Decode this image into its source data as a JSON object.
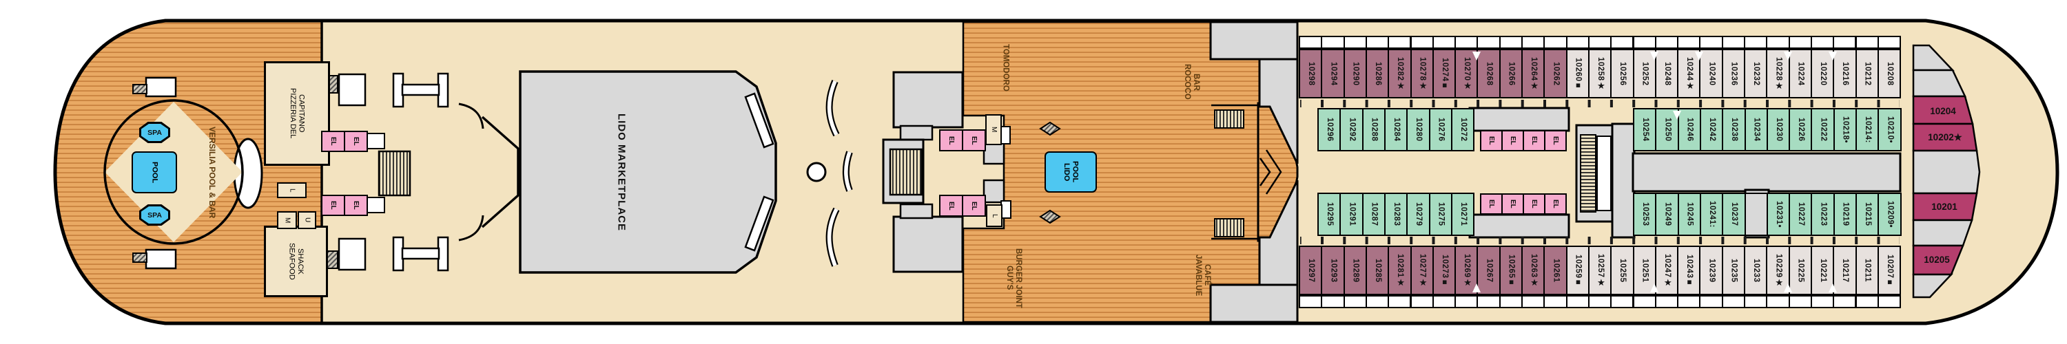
{
  "deck_plan": {
    "venues": {
      "versilia_pool_bar": "VERSILIA POOL & BAR",
      "pizzeria": "PIZZERIA DEL\nCAPITANO",
      "seafood_shack": "SEAFOOD\nSHACK",
      "lido_marketplace": "LIDO MARKETPLACE",
      "tomodoro": "TOMODORO",
      "rococo_bar": "ROCOCO\nBAR",
      "lido_pool": "LIDO\nPOOL",
      "guys_burger": "GUY'S\nBURGER JOINT",
      "javablue_cafe": "JAVABLUE\nCAFÉ",
      "spa": "SPA",
      "pool": "POOL"
    },
    "facility_labels": {
      "elevator": "EL",
      "laundry": "L",
      "men": "M",
      "utility": "U"
    },
    "colors": {
      "deck_cream": "#f3e3c0",
      "wood": "#e9a963",
      "wood_stripe": "#c9823f",
      "cabin_balcony": "#aa7386",
      "cabin_oceanview": "#e7e1de",
      "cabin_interior": "#a7dcc1",
      "cabin_bow": "#b53e6d",
      "elevator_pink": "#f6abce",
      "room_gray": "#d9d9d9",
      "pool_blue": "#4ec7f1"
    }
  },
  "cabins": {
    "outer_top_aft": [
      "10298",
      "10294",
      "10290",
      "10286",
      "10282★",
      "10278★",
      "10274■",
      "10270★",
      "10268",
      "10266",
      "10264★",
      "10262"
    ],
    "outer_top_forward": [
      "10260■",
      "10258★",
      "10256",
      "10252",
      "10248",
      "10244★",
      "10240",
      "10236",
      "10232",
      "10228★",
      "10224",
      "10220",
      "10216",
      "10212",
      "10208"
    ],
    "inner_top_aft": [
      "10296",
      "10292",
      "10288",
      "10284",
      "10280",
      "10276",
      "10272"
    ],
    "inner_top_forward": [
      "10254",
      "10250",
      "10246",
      "10242",
      "10238",
      "10234",
      "10230",
      "10226",
      "10222",
      "10218•",
      "10214:",
      "10210•"
    ],
    "inner_bottom_aft": [
      "10295",
      "10291",
      "10287",
      "10283",
      "10279",
      "10275",
      "10271"
    ],
    "inner_bottom_forward": [
      "10253",
      "10249",
      "10245",
      "10241:",
      "10237",
      null,
      "10231•",
      "10227",
      "10223",
      "10219",
      "10215",
      "10209•"
    ],
    "outer_bottom_aft": [
      "10297",
      "10293",
      "10289",
      "10285",
      "10281★",
      "10277★",
      "10273■",
      "10269★",
      "10267",
      "10265■",
      "10263★",
      "10261"
    ],
    "outer_bottom_forward": [
      "10259■",
      "10257★",
      "10255",
      "10251",
      "10247★",
      "10243■",
      "10239",
      "10235",
      "10233",
      "10229★",
      "10225",
      "10221",
      "10217",
      "10211",
      "10207■"
    ],
    "bow": [
      "10204",
      "10202★",
      "10201",
      "10205"
    ]
  },
  "connecting_markers": [
    [
      "10270★",
      "10268"
    ],
    [
      "10252",
      "10248"
    ],
    [
      "10244★",
      "10240"
    ],
    [
      "10228★",
      "10224"
    ],
    [
      "10220",
      "10216"
    ],
    [
      "10250",
      "10246"
    ],
    [
      "10269★",
      "10267"
    ],
    [
      "10251",
      "10247★"
    ],
    [
      "10229★",
      "10225"
    ],
    [
      "10221",
      "10217"
    ]
  ]
}
